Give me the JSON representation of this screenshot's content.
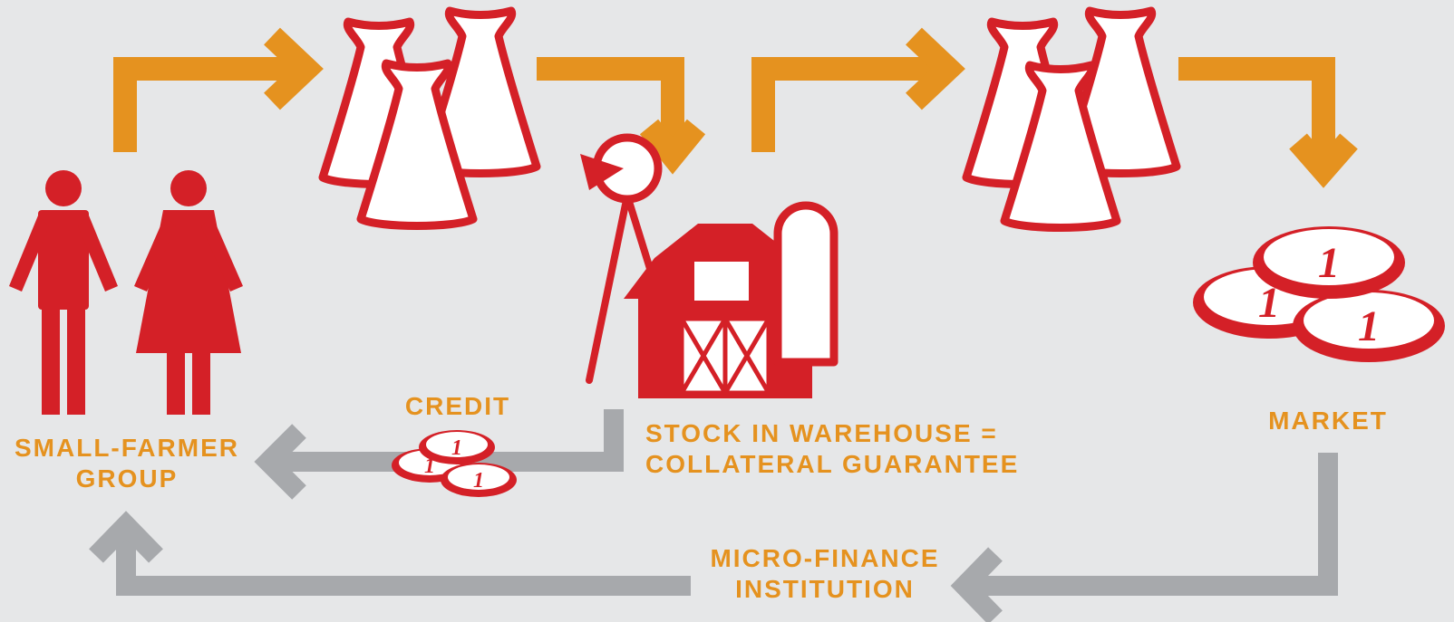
{
  "labels": {
    "farmer_line1": "SMALL-FARMER",
    "farmer_line2": "GROUP",
    "credit": "CREDIT",
    "warehouse_line1": "STOCK IN WAREHOUSE =",
    "warehouse_line2": "COLLATERAL GUARANTEE",
    "market": "MARKET",
    "mfi_line1": "MICRO-FINANCE",
    "mfi_line2": "INSTITUTION"
  },
  "coin_value": "1",
  "colors": {
    "background": "#e6e7e8",
    "red": "#d42027",
    "orange": "#e5921f",
    "gray": "#a7a9ac",
    "white": "#ffffff"
  },
  "icons": [
    "person-man-icon",
    "person-woman-icon",
    "grain-sacks-icon",
    "barn-icon",
    "silo-icon",
    "scale-icon",
    "coins-icon",
    "arrow-icon"
  ]
}
